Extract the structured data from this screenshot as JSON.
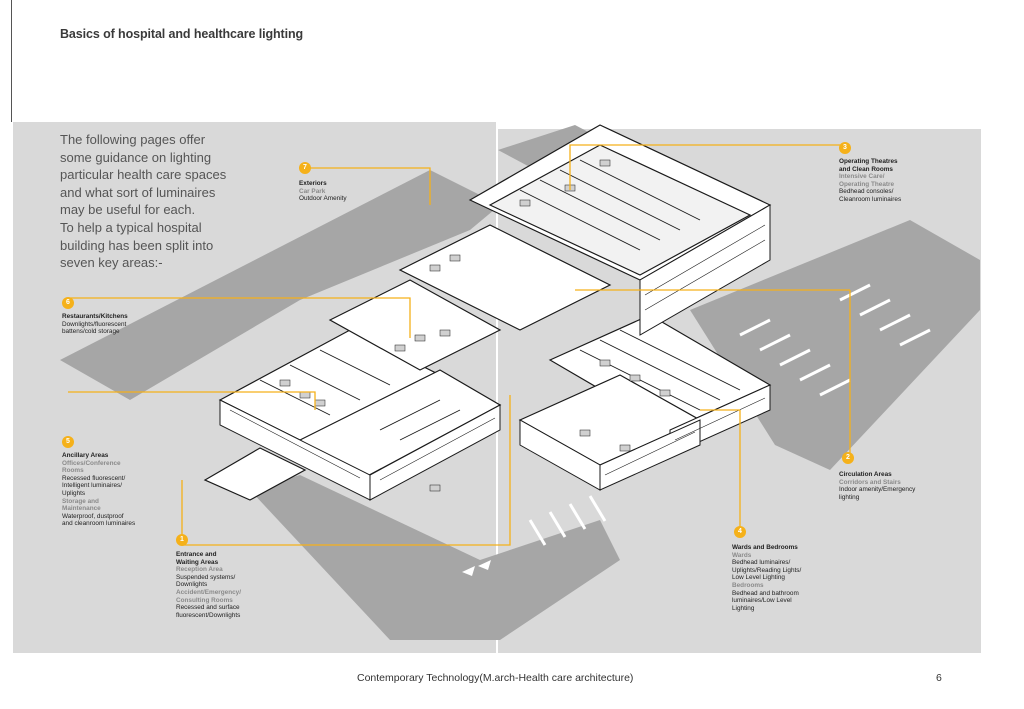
{
  "title": "Basics of hospital and healthcare lighting",
  "intro_text": "The following pages offer\nsome guidance on lighting\nparticular health care spaces\nand what sort of luminaires\nmay be useful for each.\nTo help a typical hospital\nbuilding has been split into\nseven key areas:-",
  "areas": {
    "exteriors": {
      "num": "7",
      "heading": "Exteriors",
      "lines": [
        {
          "sub": "Car Park"
        },
        {
          "text": "Outdoor Amenity"
        }
      ]
    },
    "restaurants": {
      "num": "6",
      "heading": "Restaurants/Kitchens",
      "lines": [
        {
          "text": "Downlights/fluorescent"
        },
        {
          "text": "battens/cold storage"
        }
      ]
    },
    "ancillary": {
      "num": "5",
      "heading": "Ancillary Areas",
      "lines": [
        {
          "sub": "Offices/Conference"
        },
        {
          "sub": "Rooms"
        },
        {
          "text": "Recessed fluorescent/"
        },
        {
          "text": "Intelligent luminaires/"
        },
        {
          "text": "Uplights"
        },
        {
          "sub": "Storage and"
        },
        {
          "sub": "Maintenance"
        },
        {
          "text": "Waterproof, dustproof"
        },
        {
          "text": "and cleanroom luminaires"
        }
      ]
    },
    "entrance": {
      "num": "1",
      "heading": "Entrance and\nWaiting Areas",
      "lines": [
        {
          "sub": "Reception Area"
        },
        {
          "text": "Suspended systems/"
        },
        {
          "text": "Downlights"
        },
        {
          "sub": "Accident/Emergency/"
        },
        {
          "sub": "Consulting Rooms"
        },
        {
          "text": "Recessed and surface"
        },
        {
          "text": "fluorescent/Downlights"
        }
      ]
    },
    "operating": {
      "num": "3",
      "heading": "Operating Theatres\nand Clean Rooms",
      "lines": [
        {
          "sub": "Intensive Care/"
        },
        {
          "sub": "Operating Theatre"
        },
        {
          "text": "Bedhead consoles/"
        },
        {
          "text": "Cleanroom luminaires"
        }
      ]
    },
    "circulation": {
      "num": "2",
      "heading": "Circulation Areas",
      "lines": [
        {
          "sub": "Corridors and Stairs"
        },
        {
          "text": "Indoor amenity/Emergency"
        },
        {
          "text": "lighting"
        }
      ]
    },
    "wards": {
      "num": "4",
      "heading": "Wards and Bedrooms",
      "lines": [
        {
          "sub": "Wards"
        },
        {
          "text": "Bedhead luminaires/"
        },
        {
          "text": "Uplights/Reading Lights/"
        },
        {
          "text": "Low Level Lighting"
        },
        {
          "sub": "Bedrooms"
        },
        {
          "text": "Bedhead and bathroom"
        },
        {
          "text": "luminaires/Low Level"
        },
        {
          "text": "Lighting"
        }
      ]
    }
  },
  "footer_text": "Contemporary Technology(M.arch-Health care architecture)",
  "page_number": "6",
  "colors": {
    "accent": "#f5b11a",
    "panel": "#d9d9d9",
    "ground": "#a6a6a6",
    "building": "#ffffff",
    "outline": "#1a1a1a"
  }
}
